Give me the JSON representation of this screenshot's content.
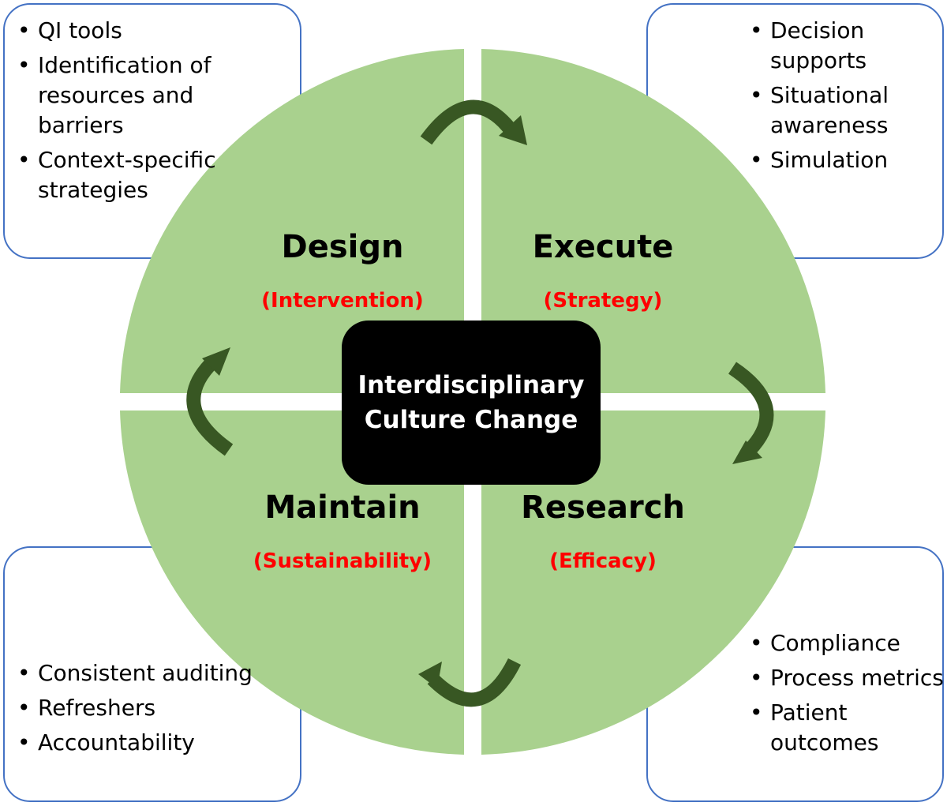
{
  "colors": {
    "circle_fill": "#a9d18e",
    "arrow_fill": "#385723",
    "box_border": "#4472c4",
    "subtitle_red": "#ff0000",
    "center_fill": "#000000",
    "center_text": "#ffffff"
  },
  "center": {
    "line1": "Interdisciplinary",
    "line2": "Culture Change"
  },
  "quadrants": {
    "design": {
      "title": "Design",
      "subtitle": "(Intervention)"
    },
    "execute": {
      "title": "Execute",
      "subtitle": "(Strategy)"
    },
    "maintain": {
      "title": "Maintain",
      "subtitle": "(Sustainability)"
    },
    "research": {
      "title": "Research",
      "subtitle": "(Efficacy)"
    }
  },
  "boxes": {
    "top_left": [
      "QI tools",
      "Identification of resources and barriers",
      "Context-specific strategies"
    ],
    "top_right": [
      "Decision supports",
      "Situational awareness",
      "Simulation"
    ],
    "bottom_left": [
      "Consistent auditing",
      "Refreshers",
      "Accountability"
    ],
    "bottom_right": [
      "Compliance",
      "Process metrics",
      "Patient outcomes"
    ]
  },
  "arrows": [
    "cycle-arrow-icon",
    "cycle-arrow-icon",
    "cycle-arrow-icon",
    "cycle-arrow-icon"
  ]
}
